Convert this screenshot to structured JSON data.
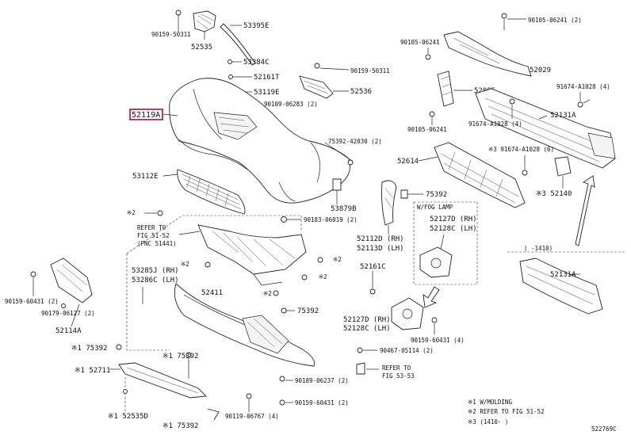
{
  "diagram_code": "522769C",
  "highlighted_part": "52119A",
  "labels": {
    "p52535": "52535",
    "p90159_50311a": "90159-50311",
    "p53395e": "53395E",
    "p53384c": "53384C",
    "p52161t": "52161T",
    "p53119e": "53119E",
    "p90109_06283": "90109-06283 (2)",
    "p52119a": "52119A",
    "p90159_50311b": "90159-50311",
    "p52536": "52536",
    "p75392_42030": "75392-42030 (2)",
    "p53112e": "53112E",
    "p53879b": "53879B",
    "p90183_06019": "90183-06019 (2)",
    "p_x2_a": "※2",
    "refer_fig_a1": "REFER TO",
    "refer_fig_a2": "FIG 51-52",
    "refer_fig_a3": "(PNC 51441)",
    "p_x2_b": "※2",
    "p_x2_c": "※2",
    "p_x2_d": "※2",
    "p_x2_e": "※2",
    "p53285j": "53285J (RH)",
    "p53286c": "53286C (LH)",
    "p52411": "52411",
    "p75392_a": "75392",
    "p90159_60431_a": "90159-60431 (2)",
    "p90179_06127": "90179-06127 (2)",
    "p52114a": "52114A",
    "p75392_x1a": "※1 75392",
    "p75392_x1b": "※1 75392",
    "p52711": "※1 52711",
    "p52535d": "※1 52535D",
    "p75392_x1c": "※1 75392",
    "p90105_06241a": "90105-06241 (2)",
    "p90105_06241b": "90105-06241",
    "p52029": "52029",
    "p52085": "52085",
    "p91674_a1028a": "91674-A1028 (4)",
    "p90105_06241c": "90105-06241",
    "p91674_a1028b": "91674-A1028 (4)",
    "p52131a_a": "52131A",
    "p91674_a1028c": "※3 91674-A1028 (6)",
    "p52614": "52614",
    "p75392_b": "75392",
    "fog_lamp": "W/FOG LAMP",
    "p52127d_a": "52127D (RH)",
    "p52128c_a": "52128C (LH)",
    "p52140": "※3 52140",
    "p52112d": "52112D (RH)",
    "p52113d": "52113D (LH)",
    "p52161c": "52161C",
    "p52127d_b": "52127D (RH)",
    "p52128c_b": "52128C (LH)",
    "p90159_60431_b": "90159-60431 (4)",
    "p90467_05114": "90467-05114 (2)",
    "refer_fig_b1": "REFER TO",
    "refer_fig_b2": "FIG 53-53",
    "p90189_06237": "90189-06237 (2)",
    "p90119_06767": "90119-06767 (4)",
    "p90159_60431_c": "90159-60431 (2)",
    "range_label": "(     -1410)",
    "p52131a_b": "52131A",
    "note1": "※1 W/MOLDING",
    "note2": "※2 REFER TO FIG 51-52",
    "note3": "※3 (1410-      )"
  }
}
